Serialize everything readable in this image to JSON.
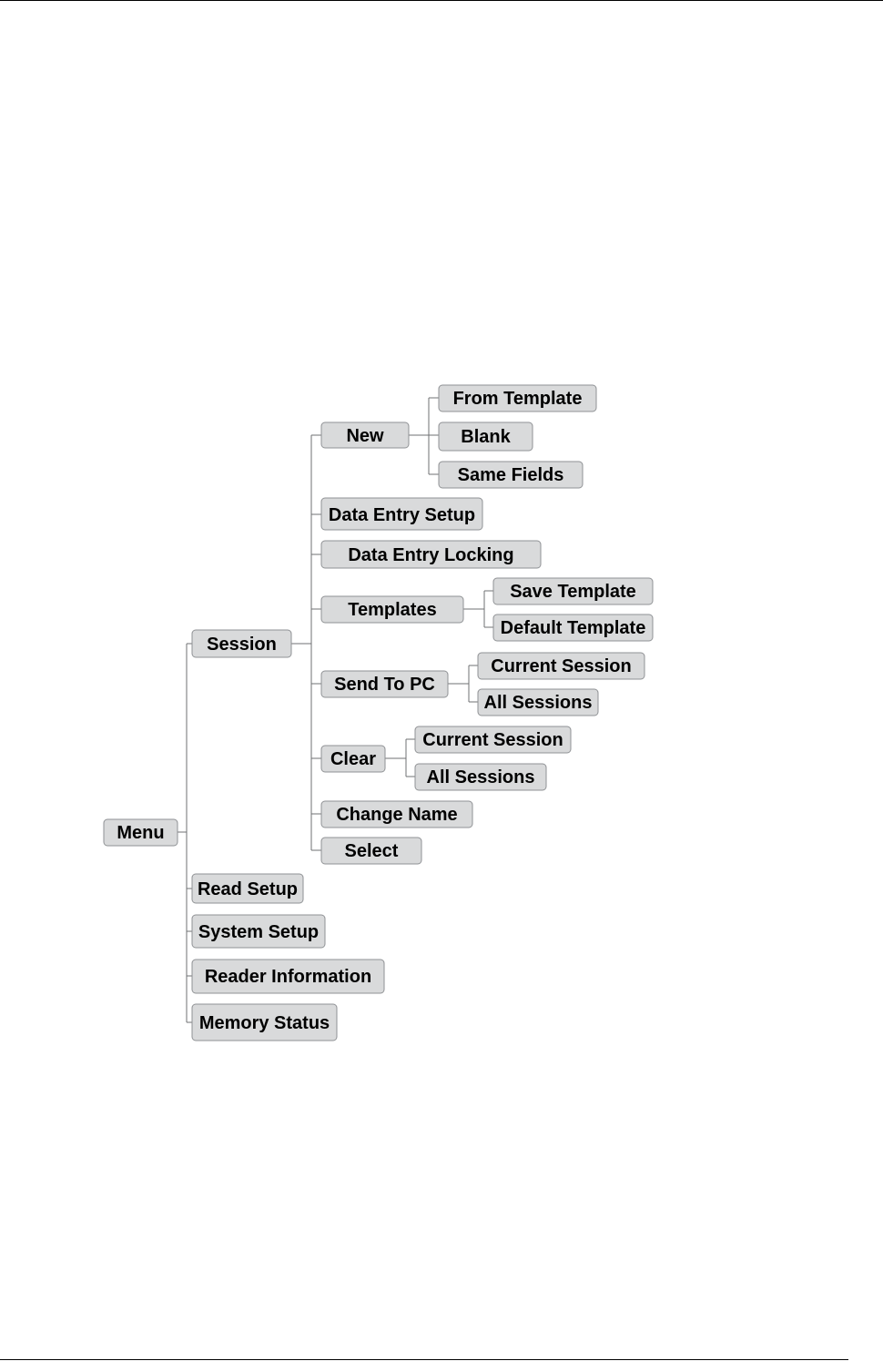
{
  "menu_tree": {
    "root": "Menu",
    "session": "Session",
    "session_children": {
      "new": "New",
      "new_children": [
        "From Template",
        "Blank",
        "Same Fields"
      ],
      "data_entry_setup": "Data Entry Setup",
      "data_entry_locking": "Data Entry Locking",
      "templates": "Templates",
      "templates_children": [
        "Save Template",
        "Default Template"
      ],
      "send_to_pc": "Send To PC",
      "send_to_pc_children": [
        "Current Session",
        "All Sessions"
      ],
      "clear": "Clear",
      "clear_children": [
        "Current Session",
        "All Sessions"
      ],
      "change_name": "Change Name",
      "select": "Select"
    },
    "read_setup": "Read Setup",
    "system_setup": "System Setup",
    "reader_information": "Reader Information",
    "memory_status": "Memory Status"
  },
  "colors": {
    "box_fill": "#d9dadb",
    "box_border": "#8f9194",
    "connector": "#6f7073"
  }
}
